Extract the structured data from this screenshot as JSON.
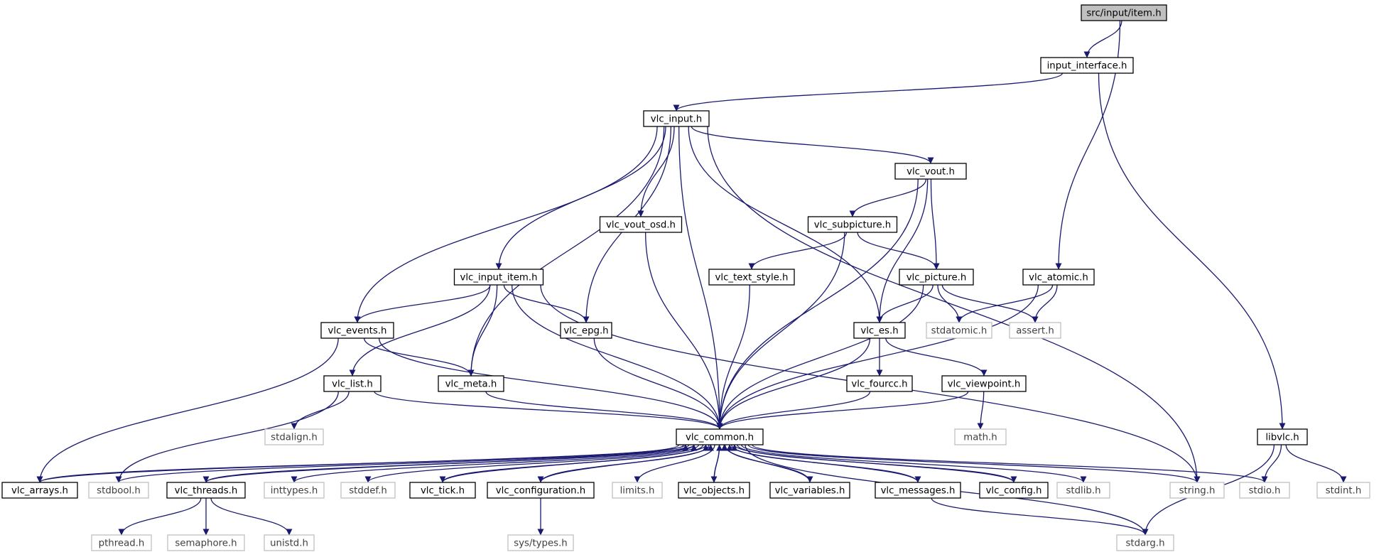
{
  "diagram": {
    "edge_color": "#191970",
    "root_fill": "#bfbfbf",
    "system_header_border": "#bfbfbf",
    "nodes": [
      {
        "id": "item_h",
        "label": "src/input/item.h",
        "kind": "root"
      },
      {
        "id": "input_interface_h",
        "label": "input_interface.h",
        "kind": "header"
      },
      {
        "id": "vlc_input_h",
        "label": "vlc_input.h",
        "kind": "header"
      },
      {
        "id": "vlc_vout_h",
        "label": "vlc_vout.h",
        "kind": "header"
      },
      {
        "id": "vlc_subpicture_h",
        "label": "vlc_subpicture.h",
        "kind": "header"
      },
      {
        "id": "vlc_vout_osd_h",
        "label": "vlc_vout_osd.h",
        "kind": "header"
      },
      {
        "id": "vlc_input_item_h",
        "label": "vlc_input_item.h",
        "kind": "header"
      },
      {
        "id": "vlc_text_style_h",
        "label": "vlc_text_style.h",
        "kind": "header"
      },
      {
        "id": "vlc_picture_h",
        "label": "vlc_picture.h",
        "kind": "header"
      },
      {
        "id": "vlc_atomic_h",
        "label": "vlc_atomic.h",
        "kind": "header"
      },
      {
        "id": "vlc_events_h",
        "label": "vlc_events.h",
        "kind": "header"
      },
      {
        "id": "vlc_epg_h",
        "label": "vlc_epg.h",
        "kind": "header"
      },
      {
        "id": "vlc_es_h",
        "label": "vlc_es.h",
        "kind": "header"
      },
      {
        "id": "stdatomic_h",
        "label": "stdatomic.h",
        "kind": "system"
      },
      {
        "id": "assert_h",
        "label": "assert.h",
        "kind": "system"
      },
      {
        "id": "vlc_list_h",
        "label": "vlc_list.h",
        "kind": "header"
      },
      {
        "id": "vlc_meta_h",
        "label": "vlc_meta.h",
        "kind": "header"
      },
      {
        "id": "vlc_fourcc_h",
        "label": "vlc_fourcc.h",
        "kind": "header"
      },
      {
        "id": "vlc_viewpoint_h",
        "label": "vlc_viewpoint.h",
        "kind": "header"
      },
      {
        "id": "stdalign_h",
        "label": "stdalign.h",
        "kind": "system"
      },
      {
        "id": "vlc_common_h",
        "label": "vlc_common.h",
        "kind": "header"
      },
      {
        "id": "math_h",
        "label": "math.h",
        "kind": "system"
      },
      {
        "id": "libvlc_h",
        "label": "libvlc.h",
        "kind": "header"
      },
      {
        "id": "vlc_arrays_h",
        "label": "vlc_arrays.h",
        "kind": "header"
      },
      {
        "id": "stdbool_h",
        "label": "stdbool.h",
        "kind": "system"
      },
      {
        "id": "vlc_threads_h",
        "label": "vlc_threads.h",
        "kind": "header"
      },
      {
        "id": "inttypes_h",
        "label": "inttypes.h",
        "kind": "system"
      },
      {
        "id": "stddef_h",
        "label": "stddef.h",
        "kind": "system"
      },
      {
        "id": "vlc_tick_h",
        "label": "vlc_tick.h",
        "kind": "header"
      },
      {
        "id": "vlc_configuration_h",
        "label": "vlc_configuration.h",
        "kind": "header"
      },
      {
        "id": "limits_h",
        "label": "limits.h",
        "kind": "system"
      },
      {
        "id": "vlc_objects_h",
        "label": "vlc_objects.h",
        "kind": "header"
      },
      {
        "id": "vlc_variables_h",
        "label": "vlc_variables.h",
        "kind": "header"
      },
      {
        "id": "vlc_messages_h",
        "label": "vlc_messages.h",
        "kind": "header"
      },
      {
        "id": "vlc_config_h",
        "label": "vlc_config.h",
        "kind": "header"
      },
      {
        "id": "stdlib_h",
        "label": "stdlib.h",
        "kind": "system"
      },
      {
        "id": "string_h",
        "label": "string.h",
        "kind": "system"
      },
      {
        "id": "stdio_h",
        "label": "stdio.h",
        "kind": "system"
      },
      {
        "id": "stdint_h",
        "label": "stdint.h",
        "kind": "system"
      },
      {
        "id": "pthread_h",
        "label": "pthread.h",
        "kind": "system"
      },
      {
        "id": "semaphore_h",
        "label": "semaphore.h",
        "kind": "system"
      },
      {
        "id": "unistd_h",
        "label": "unistd.h",
        "kind": "system"
      },
      {
        "id": "sys_types_h",
        "label": "sys/types.h",
        "kind": "system"
      },
      {
        "id": "stdarg_h",
        "label": "stdarg.h",
        "kind": "system"
      }
    ],
    "edges": [
      [
        "item_h",
        "input_interface_h"
      ],
      [
        "item_h",
        "vlc_atomic_h"
      ],
      [
        "input_interface_h",
        "vlc_input_h"
      ],
      [
        "input_interface_h",
        "libvlc_h"
      ],
      [
        "vlc_input_h",
        "vlc_vout_h"
      ],
      [
        "vlc_input_h",
        "vlc_vout_osd_h"
      ],
      [
        "vlc_input_h",
        "vlc_input_item_h"
      ],
      [
        "vlc_input_h",
        "vlc_events_h"
      ],
      [
        "vlc_input_h",
        "vlc_meta_h"
      ],
      [
        "vlc_input_h",
        "vlc_epg_h"
      ],
      [
        "vlc_input_h",
        "vlc_es_h"
      ],
      [
        "vlc_input_h",
        "vlc_common_h"
      ],
      [
        "vlc_input_h",
        "string_h"
      ],
      [
        "vlc_vout_h",
        "vlc_subpicture_h"
      ],
      [
        "vlc_vout_h",
        "vlc_picture_h"
      ],
      [
        "vlc_vout_h",
        "vlc_es_h"
      ],
      [
        "vlc_vout_h",
        "vlc_common_h"
      ],
      [
        "vlc_subpicture_h",
        "vlc_text_style_h"
      ],
      [
        "vlc_subpicture_h",
        "vlc_picture_h"
      ],
      [
        "vlc_subpicture_h",
        "vlc_common_h"
      ],
      [
        "vlc_vout_osd_h",
        "vlc_common_h"
      ],
      [
        "vlc_input_item_h",
        "vlc_events_h"
      ],
      [
        "vlc_input_item_h",
        "vlc_epg_h"
      ],
      [
        "vlc_input_item_h",
        "vlc_list_h"
      ],
      [
        "vlc_input_item_h",
        "vlc_meta_h"
      ],
      [
        "vlc_input_item_h",
        "vlc_common_h"
      ],
      [
        "vlc_input_item_h",
        "string_h"
      ],
      [
        "vlc_text_style_h",
        "vlc_common_h"
      ],
      [
        "vlc_picture_h",
        "vlc_es_h"
      ],
      [
        "vlc_picture_h",
        "stdatomic_h"
      ],
      [
        "vlc_picture_h",
        "assert_h"
      ],
      [
        "vlc_picture_h",
        "vlc_common_h"
      ],
      [
        "vlc_atomic_h",
        "stdatomic_h"
      ],
      [
        "vlc_atomic_h",
        "assert_h"
      ],
      [
        "vlc_atomic_h",
        "vlc_common_h"
      ],
      [
        "vlc_events_h",
        "vlc_arrays_h"
      ],
      [
        "vlc_events_h",
        "vlc_meta_h"
      ],
      [
        "vlc_events_h",
        "vlc_common_h"
      ],
      [
        "vlc_epg_h",
        "vlc_common_h"
      ],
      [
        "vlc_es_h",
        "vlc_fourcc_h"
      ],
      [
        "vlc_es_h",
        "vlc_viewpoint_h"
      ],
      [
        "vlc_es_h",
        "vlc_common_h"
      ],
      [
        "vlc_list_h",
        "stdalign_h"
      ],
      [
        "vlc_list_h",
        "vlc_common_h"
      ],
      [
        "vlc_list_h",
        "stdbool_h"
      ],
      [
        "vlc_meta_h",
        "vlc_common_h"
      ],
      [
        "vlc_fourcc_h",
        "vlc_common_h"
      ],
      [
        "vlc_viewpoint_h",
        "math_h"
      ],
      [
        "vlc_viewpoint_h",
        "vlc_common_h"
      ],
      [
        "vlc_common_h",
        "vlc_arrays_h"
      ],
      [
        "vlc_common_h",
        "stdbool_h"
      ],
      [
        "vlc_common_h",
        "vlc_threads_h"
      ],
      [
        "vlc_common_h",
        "inttypes_h"
      ],
      [
        "vlc_common_h",
        "stddef_h"
      ],
      [
        "vlc_common_h",
        "vlc_tick_h"
      ],
      [
        "vlc_common_h",
        "vlc_configuration_h"
      ],
      [
        "vlc_common_h",
        "limits_h"
      ],
      [
        "vlc_common_h",
        "vlc_objects_h"
      ],
      [
        "vlc_common_h",
        "vlc_variables_h"
      ],
      [
        "vlc_common_h",
        "vlc_messages_h"
      ],
      [
        "vlc_common_h",
        "vlc_config_h"
      ],
      [
        "vlc_common_h",
        "stdlib_h"
      ],
      [
        "vlc_common_h",
        "string_h"
      ],
      [
        "vlc_common_h",
        "stdio_h"
      ],
      [
        "vlc_common_h",
        "stdarg_h"
      ],
      [
        "vlc_arrays_h",
        "vlc_common_h"
      ],
      [
        "vlc_threads_h",
        "vlc_common_h"
      ],
      [
        "vlc_tick_h",
        "vlc_common_h"
      ],
      [
        "vlc_configuration_h",
        "vlc_common_h"
      ],
      [
        "vlc_objects_h",
        "vlc_common_h"
      ],
      [
        "vlc_variables_h",
        "vlc_common_h"
      ],
      [
        "vlc_messages_h",
        "vlc_common_h"
      ],
      [
        "vlc_config_h",
        "vlc_common_h"
      ],
      [
        "vlc_threads_h",
        "pthread_h"
      ],
      [
        "vlc_threads_h",
        "semaphore_h"
      ],
      [
        "vlc_threads_h",
        "unistd_h"
      ],
      [
        "vlc_configuration_h",
        "sys_types_h"
      ],
      [
        "vlc_messages_h",
        "stdarg_h"
      ],
      [
        "libvlc_h",
        "stdio_h"
      ],
      [
        "libvlc_h",
        "stdint_h"
      ],
      [
        "libvlc_h",
        "stdarg_h"
      ]
    ]
  }
}
